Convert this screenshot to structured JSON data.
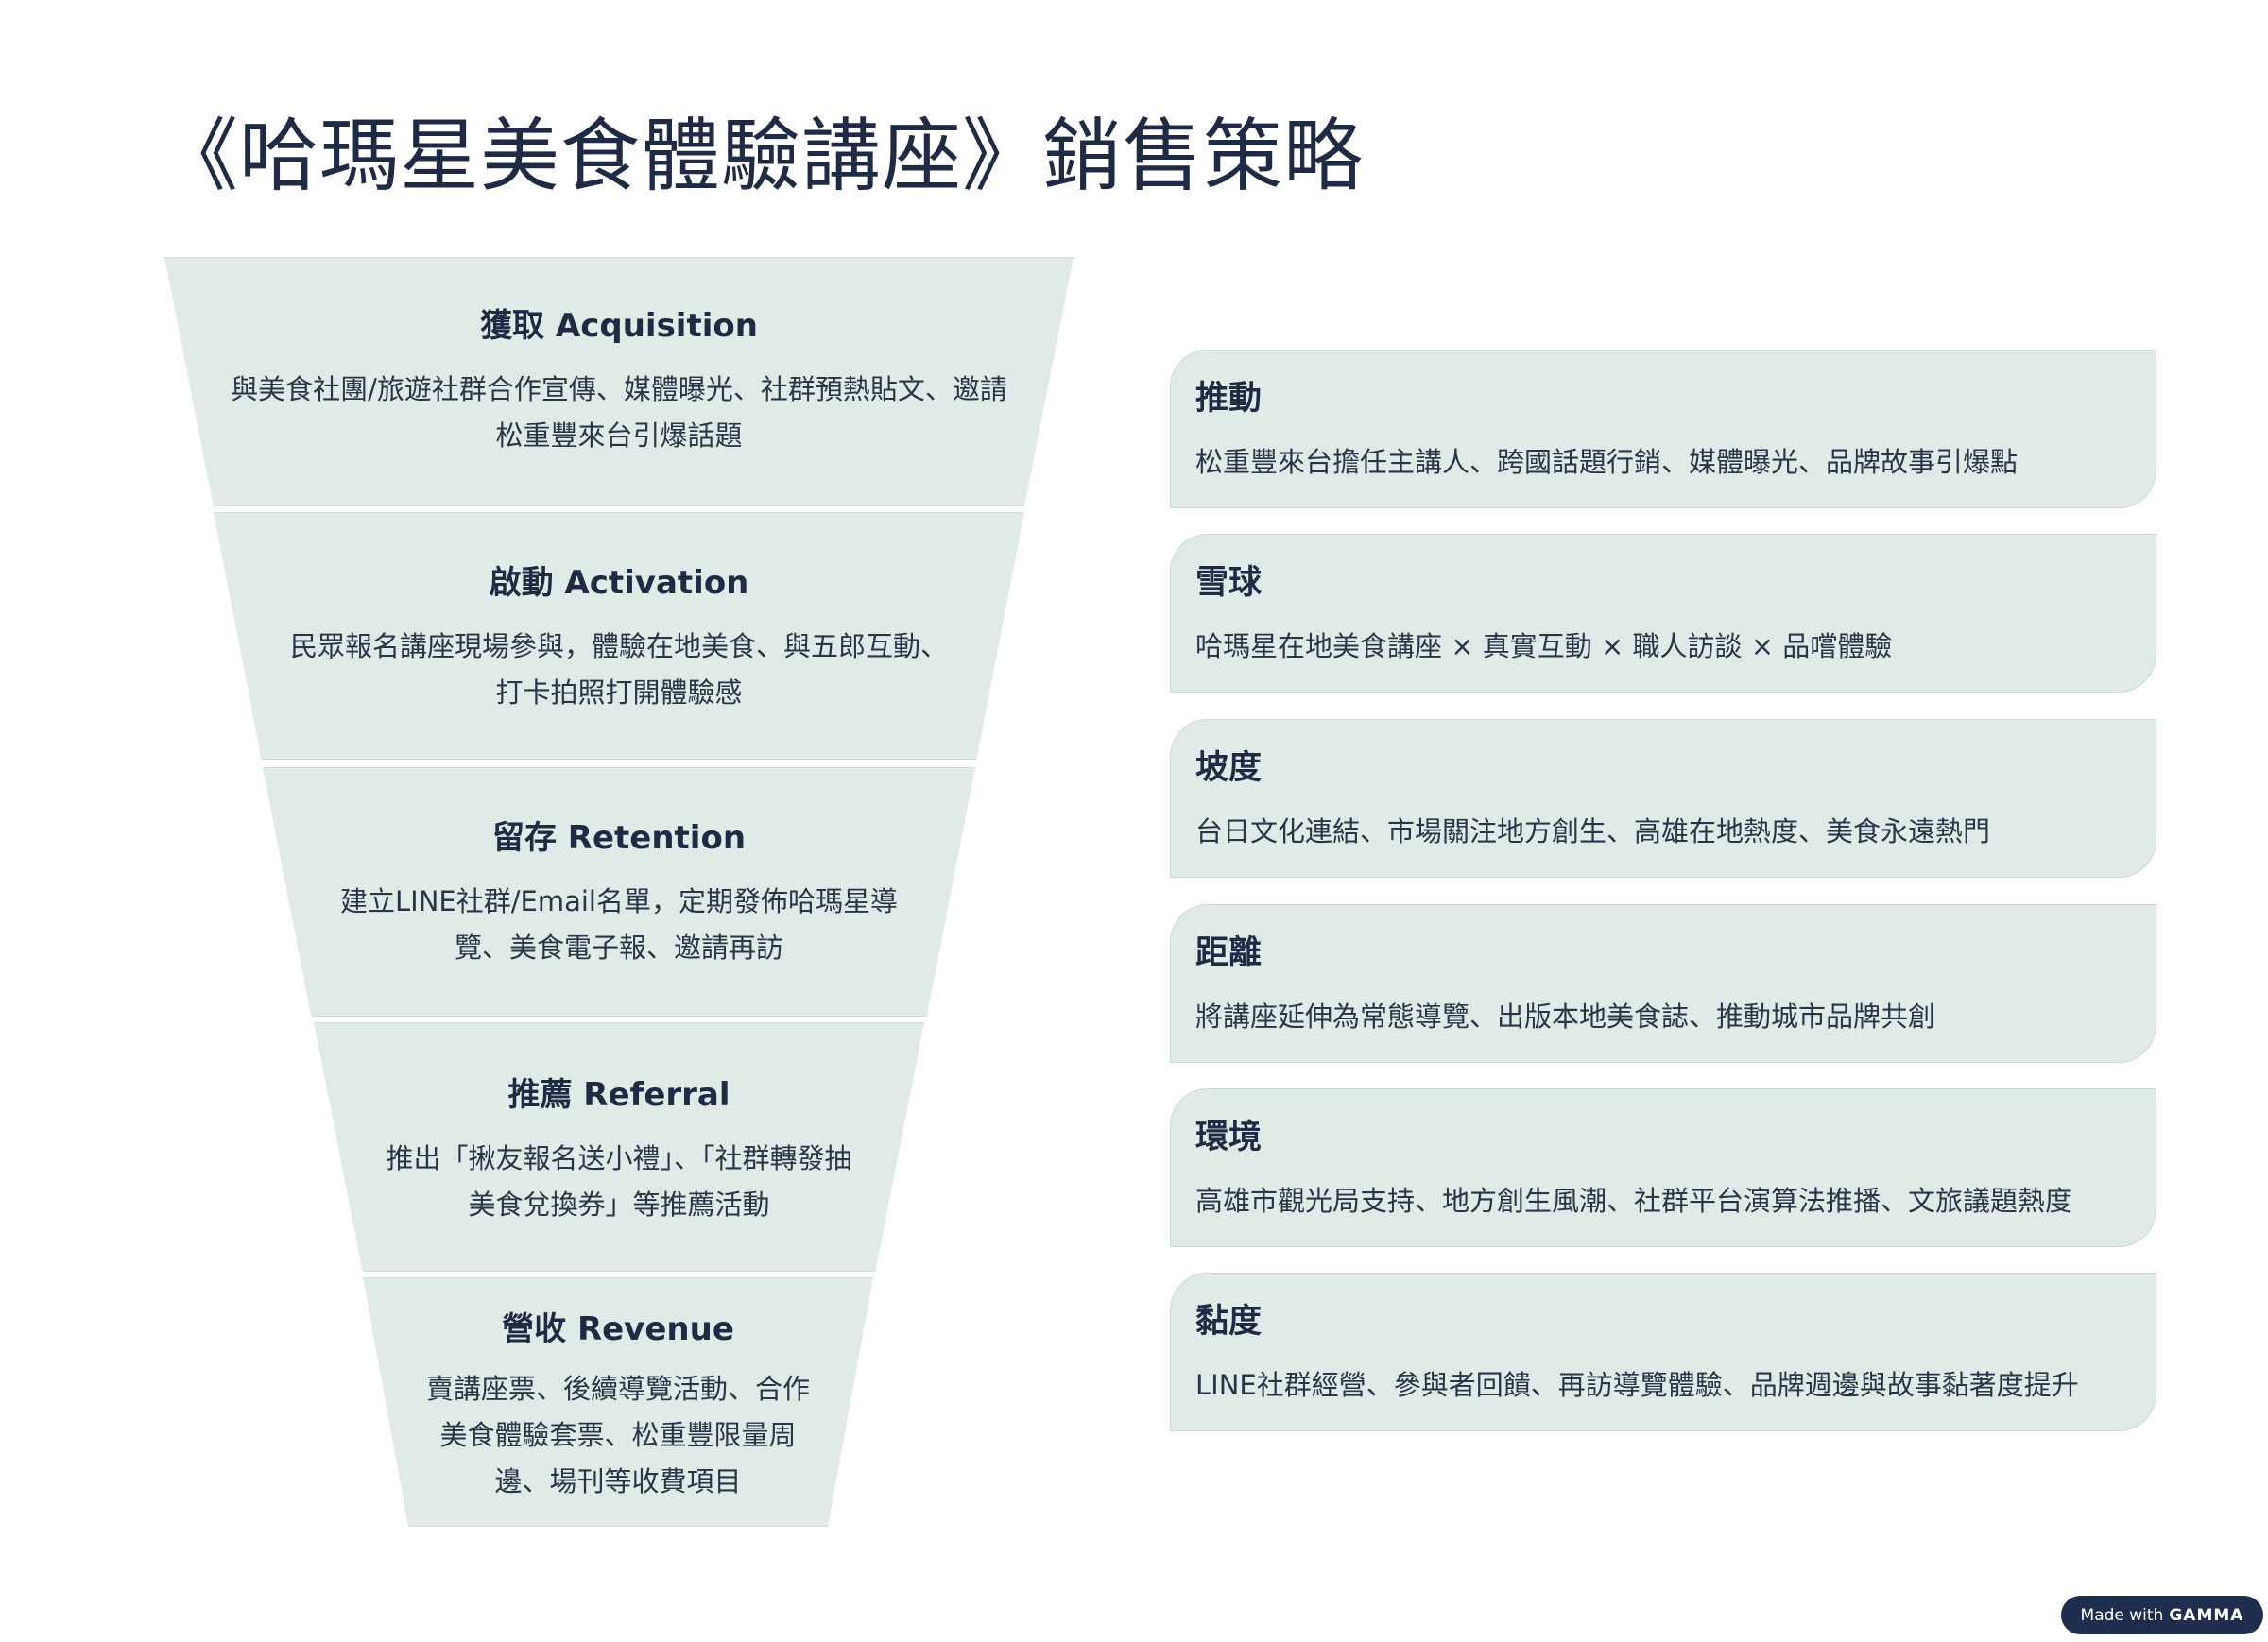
{
  "title": "《哈瑪星美食體驗講座》銷售策略",
  "funnel": [
    {
      "title": "獲取 Acquisition",
      "lines": [
        "與美食社團/旅遊社群合作宣傳、媒體曝光、社群預熱貼文、邀請",
        "松重豐來台引爆話題"
      ]
    },
    {
      "title": "啟動 Activation",
      "lines": [
        "民眾報名講座現場參與，體驗在地美食、與五郎互動、",
        "打卡拍照打開體驗感"
      ]
    },
    {
      "title": "留存 Retention",
      "lines": [
        "建立LINE社群/Email名單，定期發佈哈瑪星導",
        "覽、美食電子報、邀請再訪"
      ]
    },
    {
      "title": "推薦 Referral",
      "lines": [
        "推出「揪友報名送小禮」、「社群轉發抽",
        "美食兌換券」等推薦活動"
      ]
    },
    {
      "title": "營收 Revenue",
      "lines": [
        "賣講座票、後續導覽活動、合作",
        "美食體驗套票、松重豐限量周",
        "邊、場刊等收費項目"
      ]
    }
  ],
  "cards": [
    {
      "title": "推動",
      "desc": "松重豐來台擔任主講人、跨國話題行銷、媒體曝光、品牌故事引爆點"
    },
    {
      "title": "雪球",
      "desc": "哈瑪星在地美食講座 × 真實互動 × 職人訪談 × 品嚐體驗"
    },
    {
      "title": "坡度",
      "desc": "台日文化連結、市場關注地方創生、高雄在地熱度、美食永遠熱門"
    },
    {
      "title": "距離",
      "desc": "將講座延伸為常態導覽、出版本地美食誌、推動城市品牌共創"
    },
    {
      "title": "環境",
      "desc": "高雄市觀光局支持、地方創生風潮、社群平台演算法推播、文旅議題熱度"
    },
    {
      "title": "黏度",
      "desc": "LINE社群經營、參與者回饋、再訪導覽體驗、品牌週邊與故事黏著度提升"
    }
  ],
  "badge": {
    "prefix": "Made with",
    "brand": "GAMMA"
  }
}
